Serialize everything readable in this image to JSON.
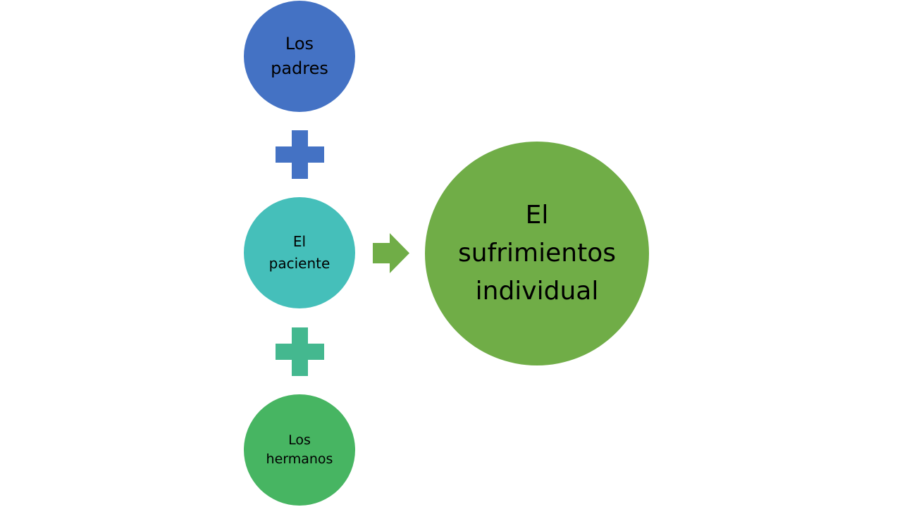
{
  "nodes": {
    "padres": {
      "label": "Los\npadres",
      "color": "#4472C4"
    },
    "paciente": {
      "label": "El\npaciente",
      "color": "#45BFBA"
    },
    "hermanos": {
      "label": "Los\nhermanos",
      "color": "#47B562"
    },
    "result": {
      "label": "El\nsufrimientos\nindividual",
      "color": "#70AD47"
    }
  },
  "operators": {
    "plus_1": {
      "icon": "plus-icon",
      "color": "#4472C4"
    },
    "plus_2": {
      "icon": "plus-icon",
      "color": "#44B88F"
    },
    "arrow": {
      "icon": "arrow-right-icon",
      "color": "#70AD47"
    }
  }
}
